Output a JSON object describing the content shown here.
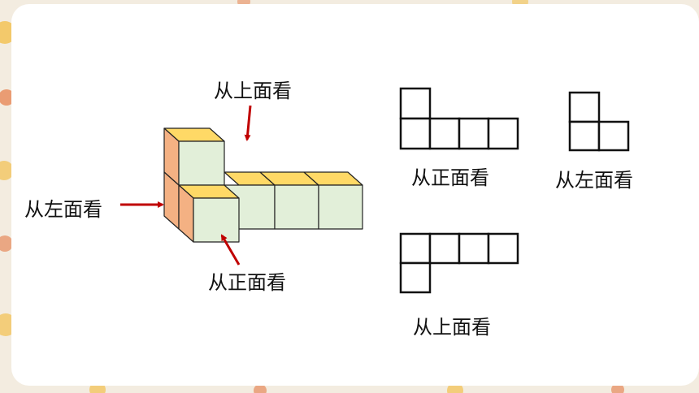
{
  "colors": {
    "cube_front": "#e2efd9",
    "cube_top": "#ffd966",
    "cube_side": "#f4b183",
    "arrow": "#c00000",
    "card": "#ffffff"
  },
  "labels": {
    "from_top": "从上面看",
    "from_left": "从左面看",
    "from_front": "从正面看"
  },
  "views": {
    "front": {
      "caption": "从正面看"
    },
    "left": {
      "caption": "从左面看"
    },
    "top": {
      "caption": "从上面看"
    }
  }
}
